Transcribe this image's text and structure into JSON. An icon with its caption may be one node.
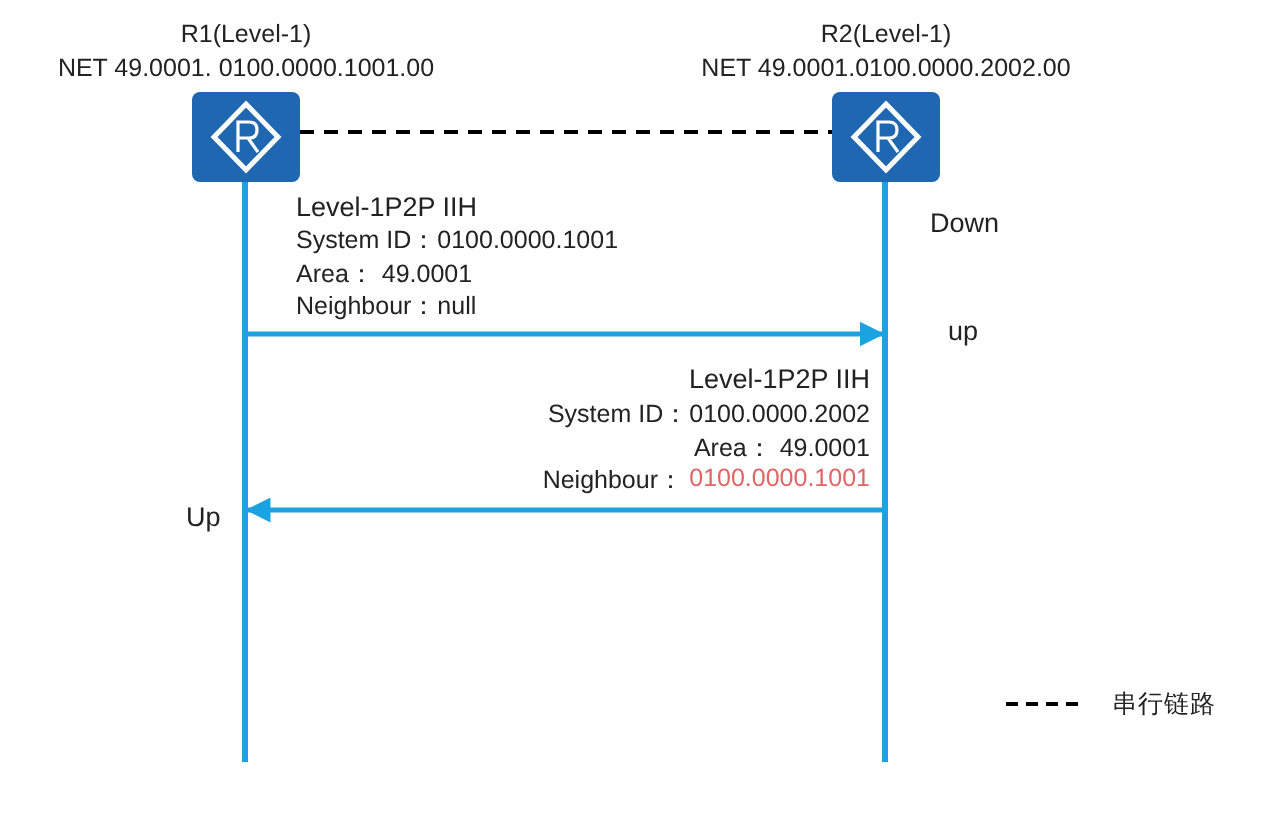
{
  "diagram": {
    "nodes": [
      {
        "text": [
          "R1(Level-1)",
          "NET 49.0001. 0100.0000.1001.00"
        ]
      },
      {
        "text": [
          "R2(Level-1)",
          "NET 49.0001.0100.0000.2002.00"
        ]
      },
      {
        "text": [],
        "shape": "bar"
      },
      {
        "text": [],
        "shape": "bar"
      }
    ],
    "edges": [
      {
        "from": 0,
        "to": 1,
        "arrow": "none",
        "style": "dashed",
        "color": "#000000"
      },
      {
        "from": 2,
        "to": 3,
        "arrow": "to"
      },
      {
        "from": 3,
        "to": 2,
        "arrow": "to"
      }
    ],
    "labels": [
      "Level-1P2P IIH",
      "System ID：0100.0000.1001",
      "Area：  49.0001",
      "Neighbour：null",
      "Down",
      "up",
      "Level-1P2P IIH",
      "System ID：0100.0000.2002",
      "Area：  49.0001",
      "Neighbour：",
      "0100.0000.1001",
      "Up"
    ],
    "legend": [
      {
        "text": "串行链路"
      }
    ]
  }
}
